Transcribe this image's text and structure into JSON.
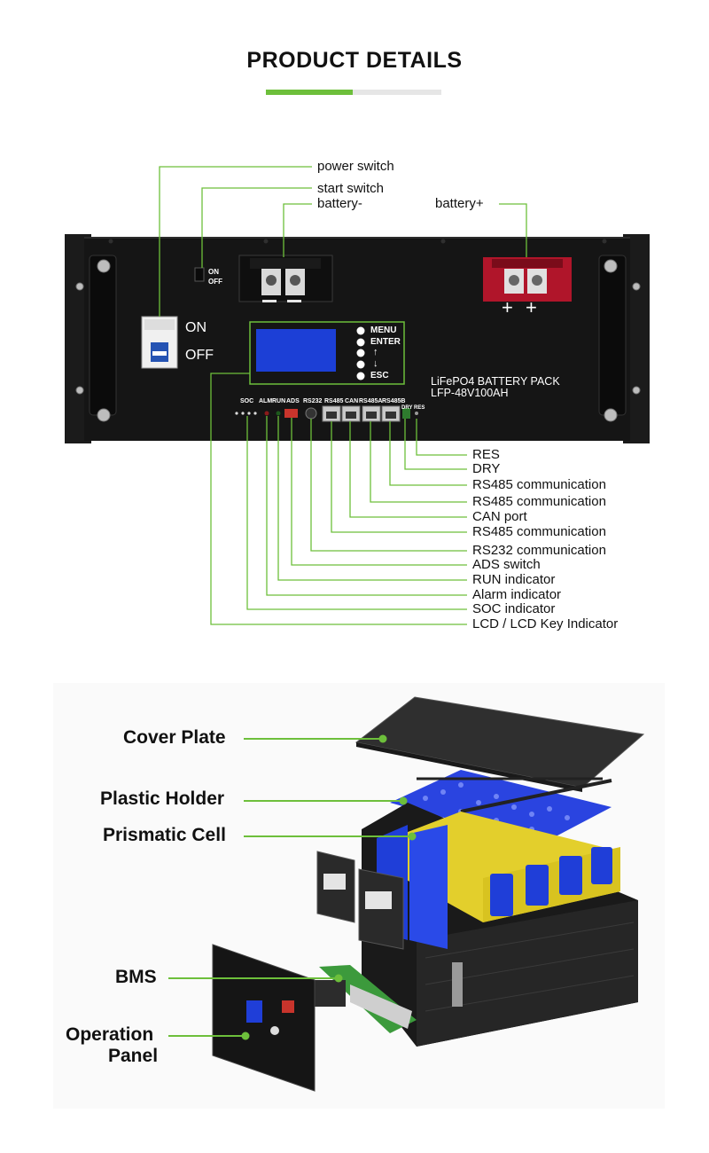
{
  "header": {
    "title": "PRODUCT DETAILS",
    "accent_color": "#6dbf3b",
    "underline_gray": "#e6e6e6"
  },
  "panel": {
    "breaker_on": "ON",
    "breaker_off": "OFF",
    "switch_on": "ON",
    "switch_off": "OFF",
    "key_menu": "MENU",
    "key_enter": "ENTER",
    "key_up": "↑",
    "key_down": "↓",
    "key_esc": "ESC",
    "product_name": "LiFePO4 BATTERY PACK",
    "model": "LFP-48V100AH",
    "port_soc": "SOC",
    "port_alm": "ALM",
    "port_run": "RUN",
    "port_ads": "ADS",
    "port_rs232": "RS232",
    "port_rs485": "RS485",
    "port_can": "CAN",
    "port_rs485a": "RS485A",
    "port_rs485b": "RS485B",
    "port_dry": "DRY",
    "port_res": "RES",
    "plus_sign": "+"
  },
  "top_callouts": {
    "power_switch": "power switch",
    "start_switch": "start switch",
    "battery_minus": "battery-",
    "battery_plus": "battery+"
  },
  "right_callouts": [
    "RES",
    "DRY",
    "RS485 communication",
    "RS485 communication",
    "CAN port",
    "RS485 communication",
    "RS232 communication",
    "ADS switch",
    "RUN indicator",
    "Alarm indicator",
    "SOC indicator",
    "LCD / LCD Key Indicator"
  ],
  "exploded_callouts": {
    "cover_plate": "Cover Plate",
    "plastic_holder": "Plastic Holder",
    "prismatic_cell": "Prismatic Cell",
    "bms": "BMS",
    "operation_panel_1": "Operation",
    "operation_panel_2": "Panel"
  },
  "colors": {
    "line_green": "#6dbf3b",
    "panel_black": "#141414",
    "terminal_red": "#b0152a",
    "cell_yellow": "#e3cf2c",
    "cell_blue": "#1f3ed8"
  }
}
